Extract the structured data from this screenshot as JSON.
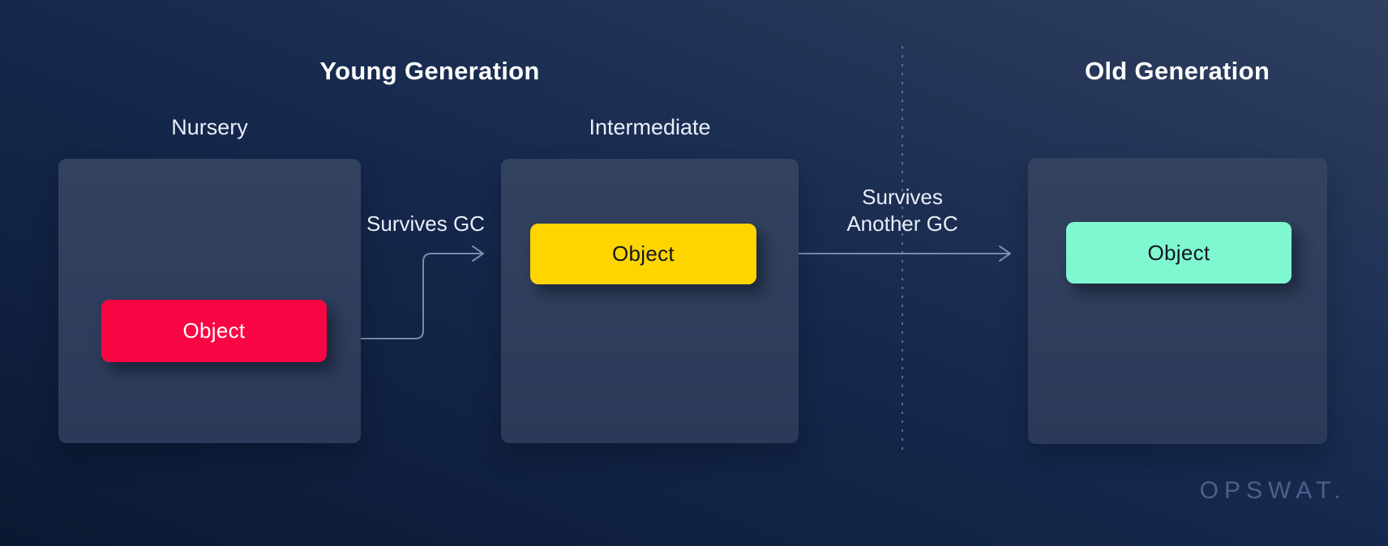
{
  "titles": {
    "young": "Young Generation",
    "old": "Old Generation"
  },
  "panels": {
    "nursery": {
      "label": "Nursery"
    },
    "intermediate": {
      "label": "Intermediate"
    },
    "old": {
      "label": ""
    }
  },
  "objects": {
    "nursery": {
      "label": "Object",
      "fill": "#FA0543",
      "text": "#FFFFFF"
    },
    "intermediate": {
      "label": "Object",
      "fill": "#FFD500",
      "text": "#121620"
    },
    "old": {
      "label": "Object",
      "fill": "#7FF7D0",
      "text": "#121620"
    }
  },
  "arrows": {
    "survives_gc": {
      "label": "Survives GC"
    },
    "survives_another_gc": {
      "line1": "Survives",
      "line2": "Another GC"
    }
  },
  "watermark": {
    "text": "OPSWAT."
  },
  "colors": {
    "background_top": "#2F3F60",
    "background_mid": "#16294E",
    "background_bottom": "#0B1832",
    "panel_top": "#33425F",
    "panel_bottom": "#2B3A58",
    "connector": "#93A5C4",
    "title_text": "#FFFFFF",
    "label_text": "#E9EEF7",
    "watermark_text": "#4E6089"
  }
}
